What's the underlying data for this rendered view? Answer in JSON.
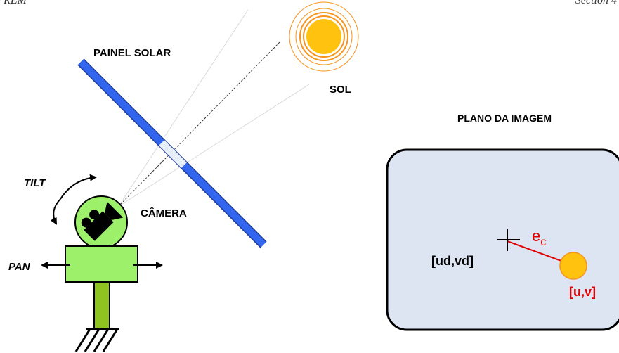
{
  "header": {
    "left": "y REM",
    "right": "Section 4"
  },
  "labels": {
    "solar_panel": "PAINEL SOLAR",
    "sun": "SOL",
    "camera": "CÂMERA",
    "tilt": "TILT",
    "pan": "PAN",
    "image_plane": "PLANO DA IMAGEM",
    "desired_point": "[ud,vd]",
    "error": "e",
    "error_subscript": "c",
    "sun_point": "[u,v]"
  },
  "colors": {
    "panel": "#2f5fe0",
    "sun": "#ffc20e",
    "sun_rings": "#f7941d",
    "camera_body": "#9cf06a",
    "mast": "#8fc31f",
    "image_plane_fill": "#dde5f3",
    "error_line": "#e00000"
  },
  "icons": [
    "camera-icon",
    "tilt-arrow-icon",
    "pan-arrow-icon",
    "crosshair-icon",
    "ground-hatch-icon"
  ]
}
